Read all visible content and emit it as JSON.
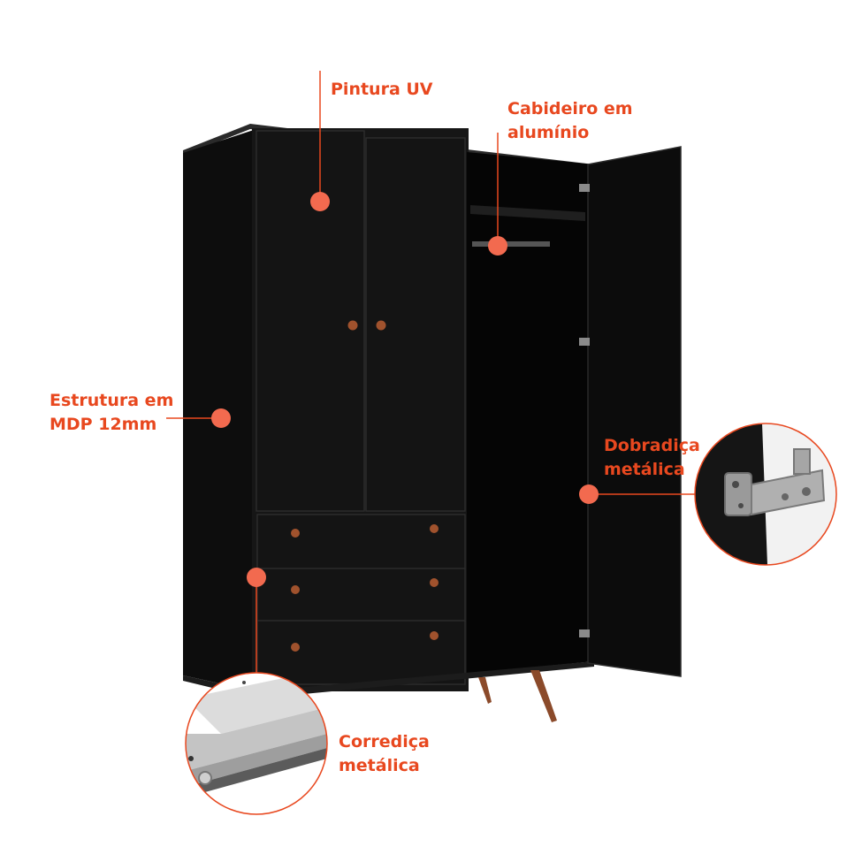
{
  "accent_color": "#e8481f",
  "dot_color": "#f26a4f",
  "product": {
    "body_color": "#111111",
    "handle_color": "#a0522d",
    "leg_color": "#8b4a2a"
  },
  "callouts": {
    "pintura": {
      "line1": "Pintura UV"
    },
    "cabideiro": {
      "line1": "Cabideiro em",
      "line2": "alumínio"
    },
    "estrutura": {
      "line1": "Estrutura em",
      "line2": "MDP 12mm"
    },
    "dobradica": {
      "line1": "Dobradiça",
      "line2": "metálica"
    },
    "corredica": {
      "line1": "Corrediça",
      "line2": "metálica"
    }
  }
}
